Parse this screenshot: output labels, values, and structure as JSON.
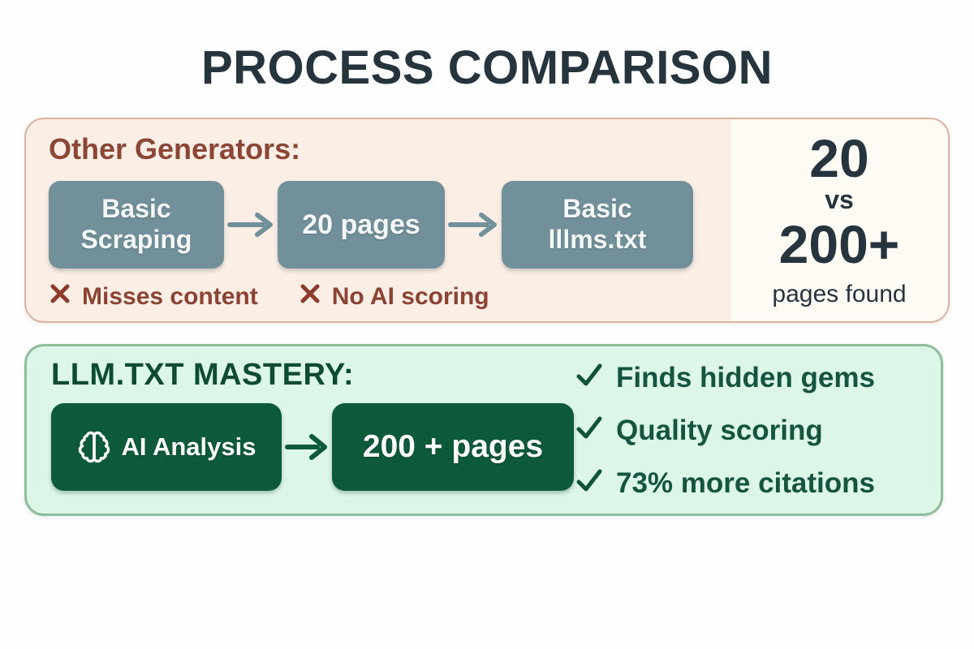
{
  "title": "PROCESS COMPARISON",
  "top_panel": {
    "heading": "Other Generators:",
    "flow": [
      {
        "label": "Basic\nScraping"
      },
      {
        "label": "20 pages"
      },
      {
        "label": "Basic\nlllms.txt"
      }
    ],
    "cons": [
      "Misses content",
      "No AI scoring"
    ],
    "stat": {
      "value_small": "20",
      "separator": "vs",
      "value_large": "200+",
      "caption": "pages found"
    }
  },
  "bottom_panel": {
    "heading": "LLM.TXT MASTERY:",
    "flow": [
      {
        "label": "AI Analysis",
        "icon": "brain-icon"
      },
      {
        "label": "200 + pages"
      }
    ],
    "pros": [
      "Finds hidden gems",
      "Quality scoring",
      "73% more citations"
    ]
  },
  "colors": {
    "title_text": "#26343E",
    "panel_top_bg": "#FBEEE5",
    "panel_top_border": "#DBB3A1",
    "negative_text": "#8B4334",
    "gray_box_bg": "#72909A",
    "stat_bg": "#FDFBF4",
    "stat_text": "#26343E",
    "panel_bottom_bg": "#DCF6E8",
    "panel_bottom_border": "#8CBE9C",
    "green_box_bg": "#0D5A3A",
    "positive_text": "#155540"
  }
}
